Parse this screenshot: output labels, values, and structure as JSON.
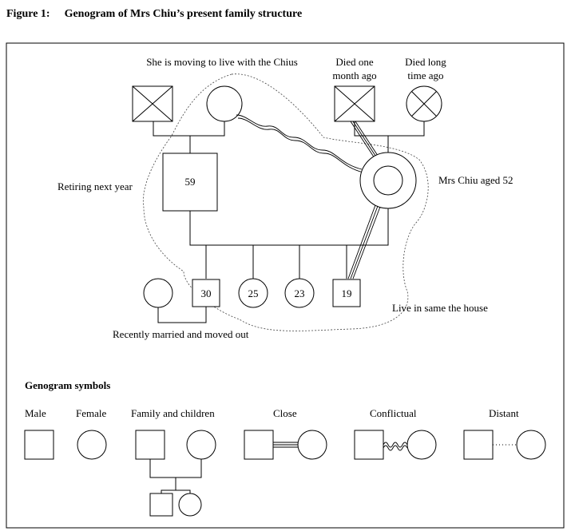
{
  "figure": {
    "number": "Figure 1:",
    "title": "Genogram of Mrs Chiu’s present family structure"
  },
  "genogram": {
    "notes": {
      "moving": "She is moving to live with the Chius",
      "died_one_line1": "Died one",
      "died_one_line2": "month ago",
      "died_long_line1": "Died long",
      "died_long_line2": "time ago",
      "retiring": "Retiring next year",
      "mrs_chiu": "Mrs Chiu aged 52",
      "married": "Recently married and moved out",
      "same_house": "Live in same the house"
    },
    "ages": {
      "husband": "59",
      "son1": "30",
      "daughter1": "25",
      "daughter2": "23",
      "son2": "19"
    }
  },
  "legend": {
    "title": "Genogram symbols",
    "male": "Male",
    "female": "Female",
    "family": "Family and children",
    "close": "Close",
    "conflictual": "Conflictual",
    "distant": "Distant"
  }
}
